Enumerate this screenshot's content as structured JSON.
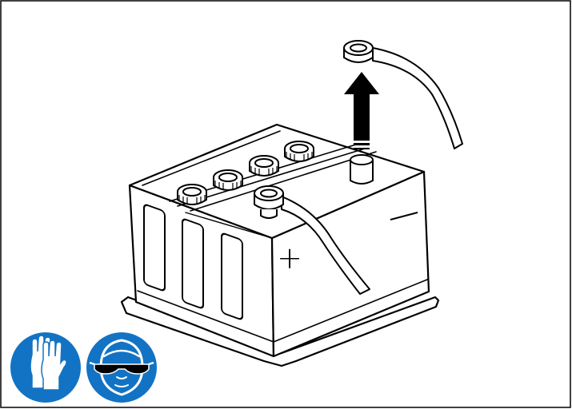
{
  "diagram": {
    "subject": "battery-terminal-disconnect",
    "terminal_labels": {
      "positive": "+",
      "negative": "−"
    },
    "removal_direction": "up",
    "colors": {
      "line": "#000000",
      "background": "#ffffff",
      "safety_blue": "#1273c4",
      "safety_white": "#ffffff"
    }
  },
  "safety_signs": [
    {
      "name": "gloves-icon",
      "meaning": "wear-protective-gloves"
    },
    {
      "name": "goggles-icon",
      "meaning": "wear-eye-protection"
    }
  ]
}
